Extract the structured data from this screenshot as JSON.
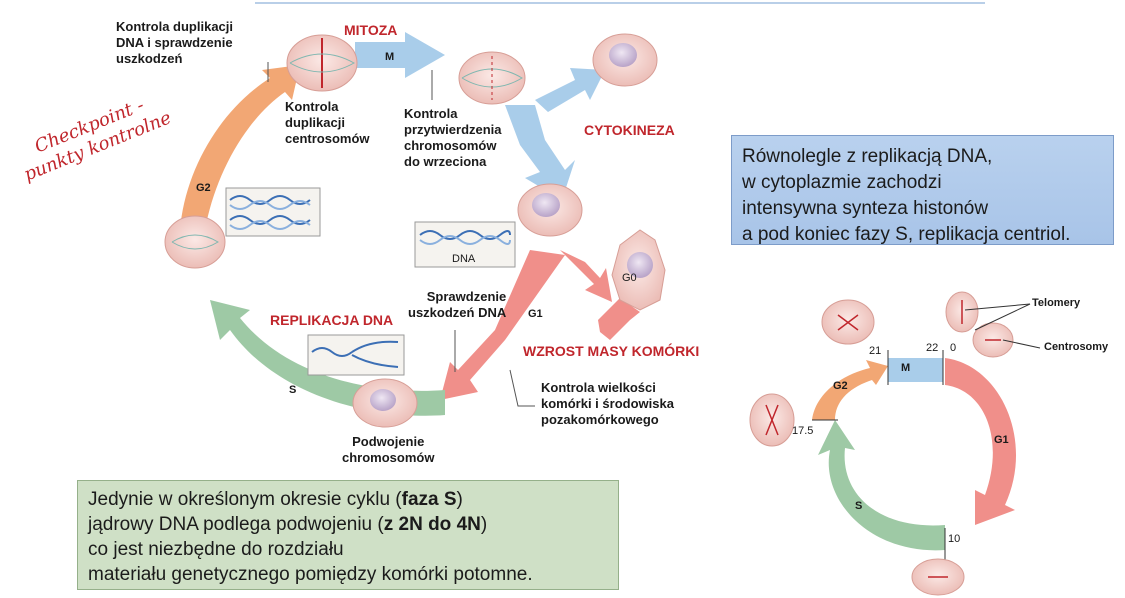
{
  "main_cycle": {
    "phase_labels": {
      "M": "M",
      "G2": "G2",
      "S": "S",
      "G1": "G1",
      "G0": "G0"
    },
    "headings": {
      "mitosis": "MITOZA",
      "cytokinesis": "CYTOKINEZA",
      "dna_replication": "REPLIKACJA DNA",
      "cell_growth": "WZROST MASY KOMÓRKI"
    },
    "annotations": {
      "dna_damage_check_g2": "Kontrola duplikacji\nDNA i sprawdzenie\nuszkodzeń",
      "centrosome_check": "Kontrola\nduplikacji\ncentrosomów",
      "attachment_check": "Kontrola\nprzytwierdzenia\nchromosomów\ndo wrzeciona",
      "dna_damage_check_g1": "Sprawdzenie\nuszkodzeń DNA",
      "size_check": "Kontrola wielkości\nkomórki i środowiska\npozakomórkowego",
      "chromosome_duplication": "Podwojenie\nchromosomów",
      "dna_inset_label": "DNA"
    }
  },
  "checkpoint_label": {
    "line1": "Checkpoint -",
    "line2": "punkty kontrolne"
  },
  "info_boxes": {
    "blue_box_lines": [
      "Równolegle z replikacją DNA,",
      "w cytoplazmie zachodzi",
      "intensywna synteza histonów",
      "a pod koniec fazy S, replikacja centriol."
    ],
    "green_box": {
      "line1_pre": "Jedynie w określonym okresie cyklu (",
      "line1_bold": "faza S",
      "line1_post": ")",
      "line2_pre": "jądrowy DNA podlega podwojeniu (",
      "line2_bold": "z 2N do 4N",
      "line2_post": ")",
      "line3": "co jest niezbędne do rozdziału",
      "line4": "materiału genetycznego pomiędzy komórki potomne."
    }
  },
  "small_cycle": {
    "phase_labels": {
      "M": "M",
      "G2": "G2",
      "S": "S",
      "G1": "G1"
    },
    "hour_marks": {
      "h0": "0",
      "h10": "10",
      "h17_5": "17.5",
      "h21": "21",
      "h22": "22"
    },
    "labels": {
      "telomeres": "Telomery",
      "centrosomes": "Centrosomy"
    }
  },
  "colors": {
    "mitosis_blue": "#a9cdea",
    "g1_red": "#f08f8a",
    "s_green": "#9ec9a5",
    "g2_orange": "#f2a774",
    "heading_red": "#c0262c",
    "cell_fill": "#f6d7d3",
    "nucleus_fill": "#c9b8d6"
  }
}
